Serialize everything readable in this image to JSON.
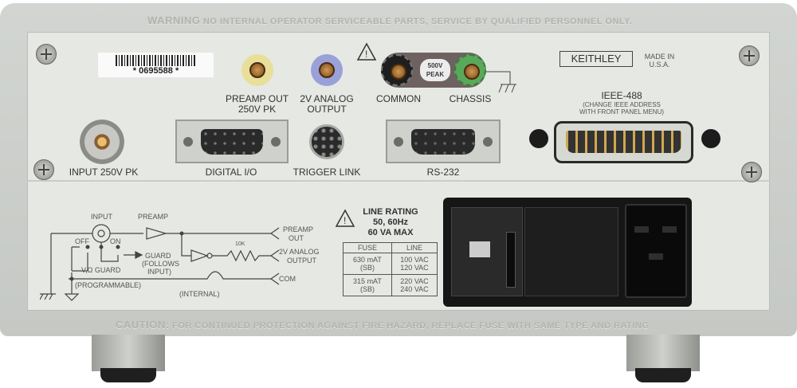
{
  "warning_text": {
    "title": "WARNING",
    "body": "NO INTERNAL OPERATOR SERVICEABLE PARTS, SERVICE BY QUALIFIED PERSONNEL ONLY."
  },
  "caution_text": {
    "title": "CAUTION:",
    "body": "FOR CONTINUED PROTECTION AGAINST FIRE HAZARD, REPLACE FUSE WITH SAME TYPE AND RATING"
  },
  "serial_label": "* 0695588 *",
  "brand": {
    "name": "KEITHLEY",
    "origin_line1": "MADE IN",
    "origin_line2": "U.S.A."
  },
  "connectors": {
    "preamp_out": {
      "line1": "PREAMP OUT",
      "line2": "250V PK",
      "color": "#e8df9a"
    },
    "analog_out": {
      "line1": "2V ANALOG",
      "line2": "OUTPUT",
      "color": "#9aa0d8"
    },
    "common": {
      "label": "COMMON",
      "color": "#1e1e1e"
    },
    "peak_badge": {
      "line1": "500V",
      "line2": "PEAK"
    },
    "chassis": {
      "label": "CHASSIS",
      "color": "#5aa85a"
    },
    "input": {
      "label": "INPUT 250V PK"
    },
    "digital_io": {
      "label": "DIGITAL I/O"
    },
    "trigger_link": {
      "label": "TRIGGER LINK"
    },
    "rs232": {
      "label": "RS-232"
    },
    "ieee488": {
      "title": "IEEE-488",
      "note1": "(CHANGE IEEE ADDRESS",
      "note2": "WITH FRONT PANEL MENU)"
    }
  },
  "schematic": {
    "input": "INPUT",
    "preamp": "PREAMP",
    "preamp_out1": "PREAMP",
    "preamp_out2": "OUT",
    "off": "OFF",
    "on": "ON",
    "resistor": "10K",
    "analog1": "2V ANALOG",
    "analog2": "OUTPUT",
    "guard1": "GUARD",
    "guard2": "(FOLLOWS",
    "guard3": "INPUT)",
    "vguard": "V,Ω GUARD",
    "programmable": "(PROGRAMMABLE)",
    "com": "COM",
    "internal": "(INTERNAL)"
  },
  "line_rating": {
    "line1": "LINE RATING",
    "line2": "50, 60Hz",
    "line3": "60 VA MAX"
  },
  "fuse_table": {
    "headers": [
      "FUSE",
      "LINE"
    ],
    "rows": [
      {
        "fuse1": "630 mAT",
        "fuse2": "(SB)",
        "line1": "100 VAC",
        "line2": "120 VAC"
      },
      {
        "fuse1": "315 mAT",
        "fuse2": "(SB)",
        "line1": "220 VAC",
        "line2": "240 VAC"
      }
    ]
  }
}
